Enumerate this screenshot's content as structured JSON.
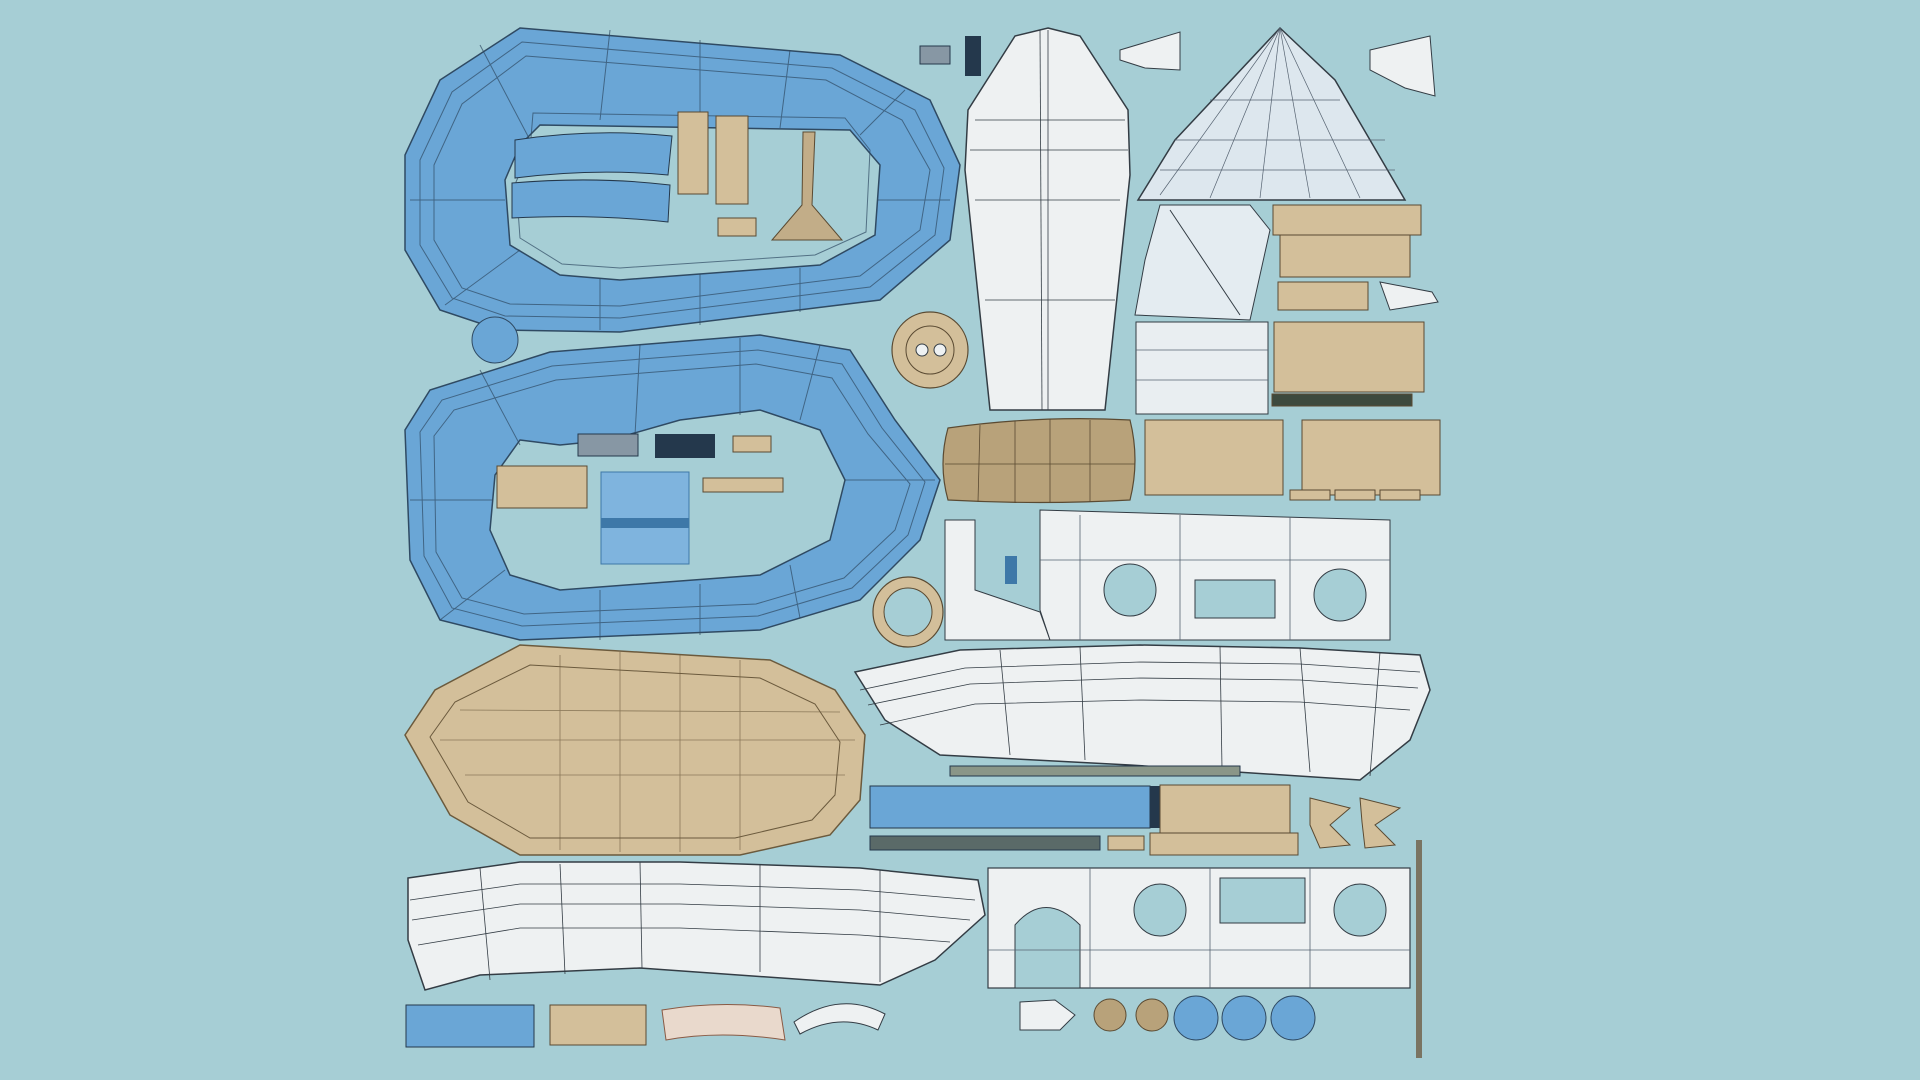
{
  "canvas": {
    "background": "#a6ced5"
  },
  "palette": {
    "blue": "#6aa6d6",
    "blue_dark": "#3e78a8",
    "wood": "#d3bf9a",
    "wood_dark": "#8a7450",
    "white": "#eef1f2",
    "line": "#333c44",
    "navy": "#24384c"
  },
  "uv_islands": [
    {
      "name": "tube-ring-upper",
      "material": "blue"
    },
    {
      "name": "tube-ring-lower",
      "material": "blue"
    },
    {
      "name": "hull-floor",
      "material": "wood"
    },
    {
      "name": "canopy-panel-tall",
      "material": "white"
    },
    {
      "name": "canopy-triangle",
      "material": "white"
    },
    {
      "name": "side-skirt-upper",
      "material": "white"
    },
    {
      "name": "side-skirt-lower",
      "material": "white"
    },
    {
      "name": "transom-panel-upper",
      "material": "white"
    },
    {
      "name": "transom-panel-lower",
      "material": "white"
    },
    {
      "name": "wood-crate-planks",
      "material": "wood"
    },
    {
      "name": "barrel-staves",
      "material": "wood"
    },
    {
      "name": "rope-coils",
      "material": "blue"
    },
    {
      "name": "round-caps",
      "material": "blue"
    }
  ]
}
